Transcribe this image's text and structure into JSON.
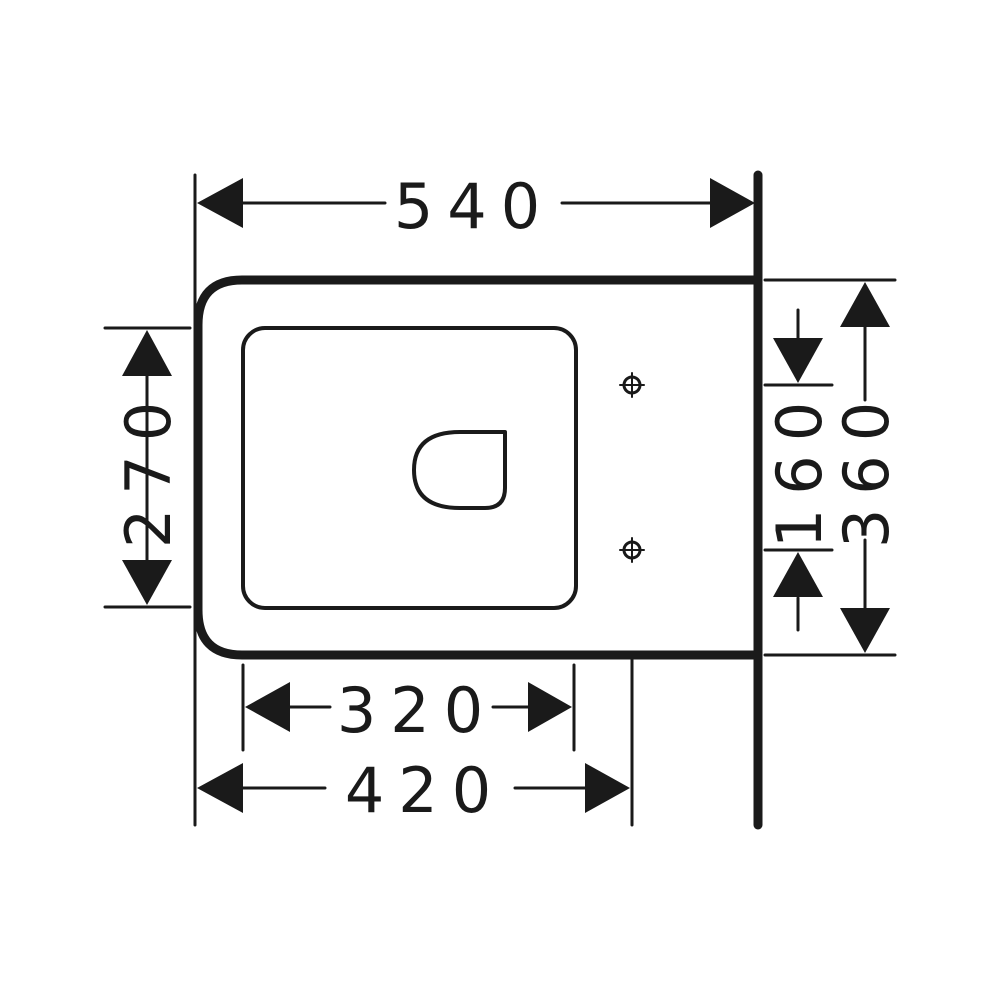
{
  "dimensions": {
    "overall_length": "540",
    "bowl_width": "270",
    "inner_length": "320",
    "fixing_depth": "420",
    "fixing_spacing": "160",
    "overall_height": "360"
  },
  "colors": {
    "line": "#1a1a1a",
    "background": "#ffffff"
  }
}
